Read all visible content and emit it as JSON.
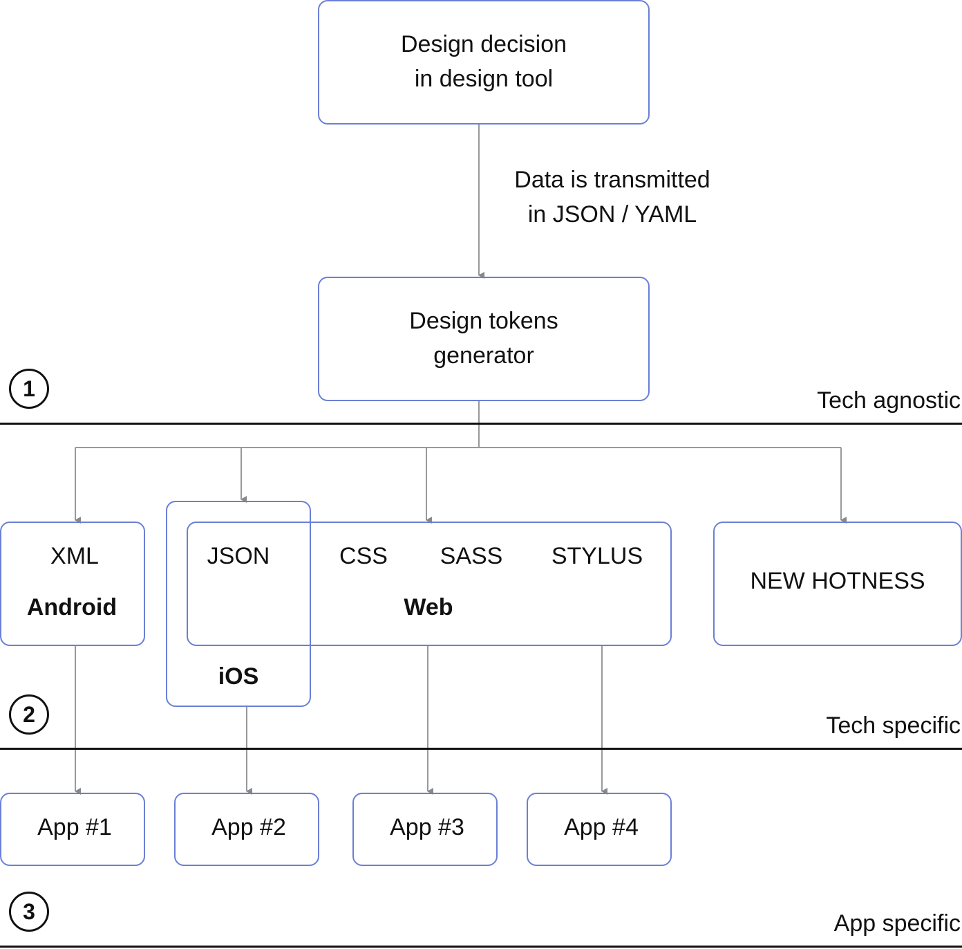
{
  "top_box": {
    "line1": "Design decision",
    "line2": "in design tool"
  },
  "transmit_note": {
    "line1": "Data is transmitted",
    "line2": "in JSON / YAML"
  },
  "generator_box": {
    "line1": "Design tokens",
    "line2": "generator"
  },
  "layers": [
    {
      "number": "1",
      "label": "Tech agnostic"
    },
    {
      "number": "2",
      "label": "Tech specific"
    },
    {
      "number": "3",
      "label": "App specific"
    }
  ],
  "platforms": {
    "android": {
      "format": "XML",
      "name": "Android"
    },
    "ios": {
      "format": "JSON",
      "name": "iOS"
    },
    "web": {
      "formats": [
        "CSS",
        "SASS",
        "STYLUS"
      ],
      "name": "Web"
    },
    "new": {
      "label": "NEW HOTNESS"
    }
  },
  "apps": [
    "App #1",
    "App #2",
    "App #3",
    "App #4"
  ]
}
